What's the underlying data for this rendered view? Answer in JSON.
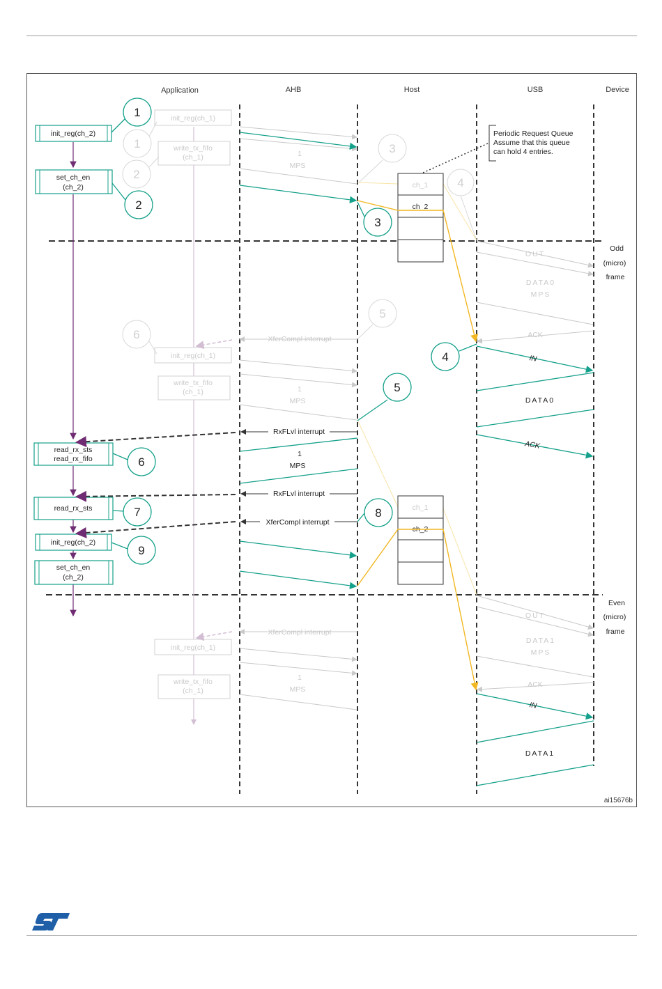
{
  "columns": {
    "application": "Application",
    "ahb": "AHB",
    "host": "Host",
    "usb": "USB",
    "device": "Device"
  },
  "app_active": {
    "init_reg_ch2": "init_reg(ch_2)",
    "set_ch_en_1": "set_ch_en",
    "set_ch_en_2": "(ch_2)",
    "read_rx_sts_fifo_1": "read_rx_sts",
    "read_rx_sts_fifo_2": "read_rx_fifo",
    "read_rx_sts": "read_rx_sts",
    "init_reg_ch2_b": "init_reg(ch_2)",
    "set_ch_en_b1": "set_ch_en",
    "set_ch_en_b2": "(ch_2)"
  },
  "app_faint": {
    "init_reg_ch1": "init_reg(ch_1)",
    "write_tx_fifo_1": "write_tx_fifo",
    "write_tx_fifo_2": "(ch_1)"
  },
  "step_numbers": {
    "s1": "1",
    "s2": "2",
    "s3": "3",
    "s4": "4",
    "s5": "5",
    "s6": "6",
    "s7": "7",
    "s8": "8",
    "s9": "9"
  },
  "ahb_labels": {
    "one": "1",
    "mps": "MPS",
    "rxflvl_interrupt": "RxFLvl interrupt",
    "xfercompl_interrupt": "XferCompl interrupt",
    "xfercompl_faint": "XferCompl interrupt"
  },
  "queue": {
    "note_line1": "Periodic Request Queue",
    "note_line2": "Assume that this queue",
    "note_line3": "can hold 4 entries.",
    "ch1": "ch_1",
    "ch2": "ch_2"
  },
  "usb_labels": {
    "out": "OUT",
    "data0": "DATA0",
    "data1": "DATA1",
    "mps": "MPS",
    "ack": "ACK",
    "in": "IN"
  },
  "frames": {
    "odd_1": "Odd",
    "odd_2": "(micro)",
    "odd_3": "frame",
    "even_1": "Even",
    "even_2": "(micro)",
    "even_3": "frame"
  },
  "figure_id": "ai15676b",
  "colors": {
    "teal": "#14a08a",
    "purple": "#6f2c73",
    "orange": "#f2b722",
    "faint": "#cfcfcf",
    "st_blue": "#1f5fa8"
  }
}
